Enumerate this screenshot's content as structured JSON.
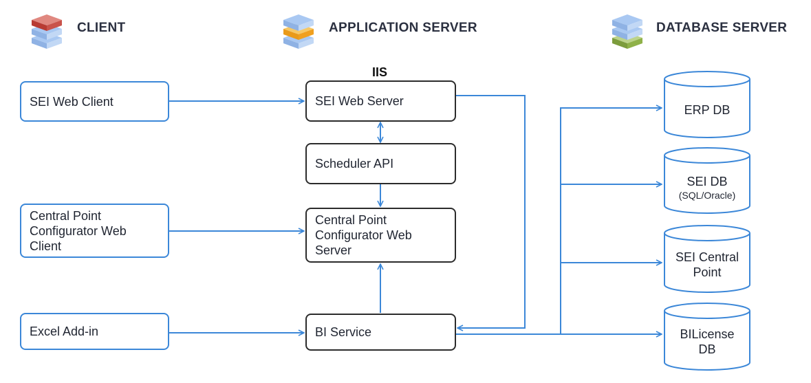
{
  "headers": {
    "client": "CLIENT",
    "app_server": "APPLICATION SERVER",
    "db_server": "DATABASE SERVER"
  },
  "icons": {
    "client": "server-stack-icon",
    "app_server": "server-stack-icon",
    "db_server": "server-stack-icon"
  },
  "colors": {
    "client_accent": "#b83b33",
    "app_accent": "#f0a020",
    "db_accent": "#8fb148",
    "stack_blue": "#a9c8f2",
    "line": "#3b87d8"
  },
  "iis_label": "IIS",
  "clients": {
    "web_client": "SEI Web Client",
    "cp_web_client": "Central Point Configurator Web Client",
    "excel": "Excel Add-in"
  },
  "servers": {
    "web_server": "SEI Web Server",
    "scheduler": "Scheduler API",
    "cp_web_server": "Central Point Configurator Web Server",
    "bi_service": "BI Service"
  },
  "databases": {
    "erp": "ERP DB",
    "sei": "SEI DB",
    "sei_sub": "(SQL/Oracle)",
    "central_point": "SEI Central Point",
    "bilicense": "BILicense DB"
  }
}
